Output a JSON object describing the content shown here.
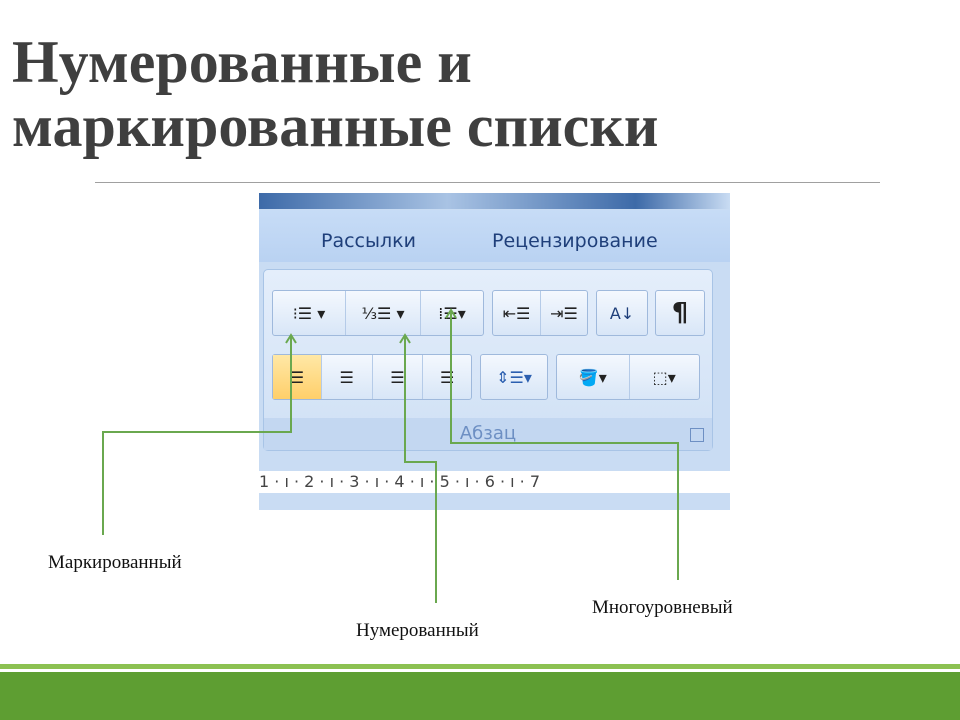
{
  "slide": {
    "title_line1": "Нумерованные и",
    "title_line2": "маркированные списки"
  },
  "ribbon": {
    "tabs": [
      "Рассылки",
      "Рецензирование"
    ],
    "group_label": "Абзац",
    "buttons": {
      "bullets": "bullets-icon",
      "numbering": "numbering-icon",
      "multilevel": "multilevel-list-icon",
      "sort": "А↓",
      "pilcrow": "¶"
    },
    "ruler": "1 · ı · 2 · ı · 3 · ı · 4 · ı · 5 · ı · 6 · ı · 7"
  },
  "callouts": {
    "bulleted": "Маркированный",
    "numbered": "Нумерованный",
    "multilevel": "Многоуровневый"
  },
  "colors": {
    "line": "#6aa84f",
    "accent": "#5e9e32"
  }
}
